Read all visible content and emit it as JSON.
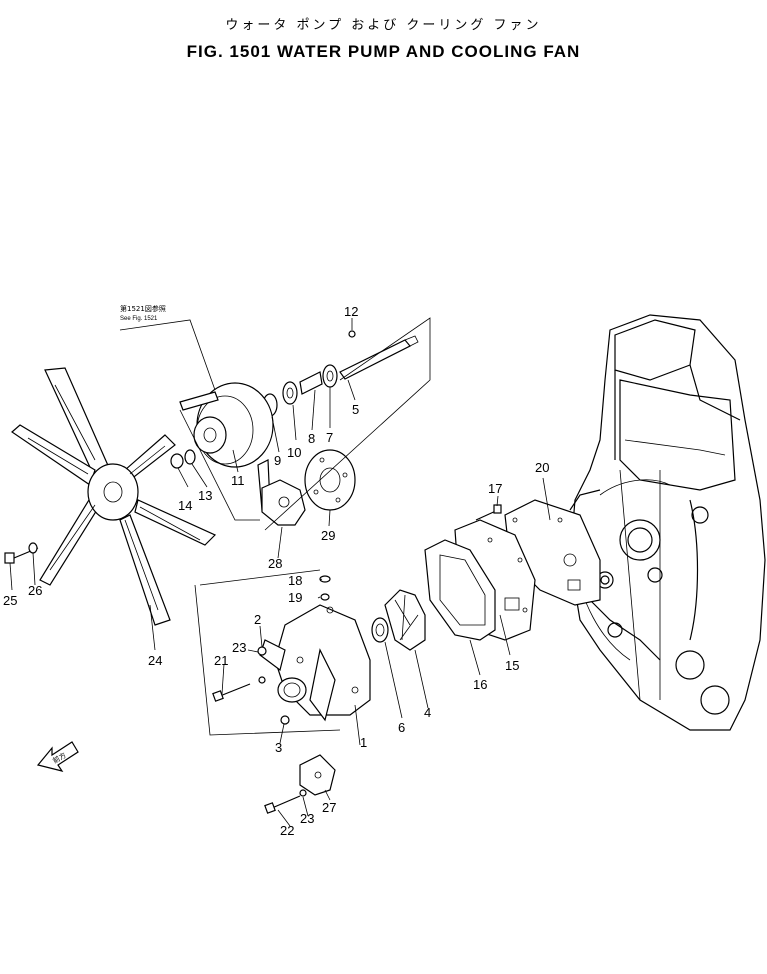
{
  "header": {
    "title_jp": "ウォータ ポンプ および クーリング ファン",
    "title_en": "FIG. 1501  WATER PUMP AND COOLING FAN"
  },
  "reference_note": {
    "line1": "第1521図参照",
    "line2": "See Fig. 1521"
  },
  "direction_label": "前方",
  "callouts": [
    "1",
    "2",
    "3",
    "4",
    "5",
    "6",
    "7",
    "8",
    "9",
    "10",
    "11",
    "12",
    "13",
    "14",
    "15",
    "16",
    "17",
    "18",
    "19",
    "20",
    "21",
    "22",
    "23",
    "23",
    "24",
    "25",
    "26",
    "27",
    "28",
    "29"
  ]
}
